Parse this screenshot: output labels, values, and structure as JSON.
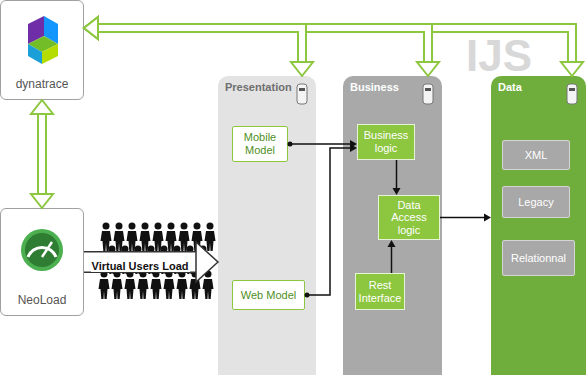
{
  "diagram": {
    "nodes": [
      {
        "text": [
          "dynatrace"
        ]
      },
      {
        "text": [
          "NeoLoad"
        ]
      },
      {
        "text": [
          "Presentation"
        ]
      },
      {
        "text": [
          "Mobile Model"
        ],
        "in": 2
      },
      {
        "text": [
          "Web Model"
        ],
        "in": 2
      },
      {
        "text": [
          "Business"
        ]
      },
      {
        "text": [
          "Business logic"
        ],
        "in": 5
      },
      {
        "text": [
          "Data Access logic"
        ],
        "in": 5
      },
      {
        "text": [
          "Rest Interface"
        ],
        "in": 5
      },
      {
        "text": [
          "Data"
        ]
      },
      {
        "text": [
          "XML"
        ],
        "in": 9
      },
      {
        "text": [
          "Legacy"
        ],
        "in": 9
      },
      {
        "text": [
          "Relationnal"
        ],
        "in": 9
      }
    ],
    "edges": [
      {
        "from": 0,
        "to": 1,
        "arrow": "both"
      },
      {
        "from": 0,
        "to": 2,
        "arrow": "both"
      },
      {
        "from": 0,
        "to": 5,
        "arrow": "both"
      },
      {
        "from": 0,
        "to": 9,
        "arrow": "both"
      },
      {
        "from": 1,
        "to": 2,
        "label": "Virtual Users Load",
        "arrow": "to"
      },
      {
        "from": 3,
        "to": 6,
        "arrow": "to"
      },
      {
        "from": 4,
        "to": 6,
        "arrow": "to"
      },
      {
        "from": 6,
        "to": 7,
        "arrow": "to"
      },
      {
        "from": 8,
        "to": 7,
        "arrow": "to"
      },
      {
        "from": 7,
        "to": 9,
        "arrow": "to"
      }
    ],
    "labels": [
      "IJS"
    ]
  }
}
